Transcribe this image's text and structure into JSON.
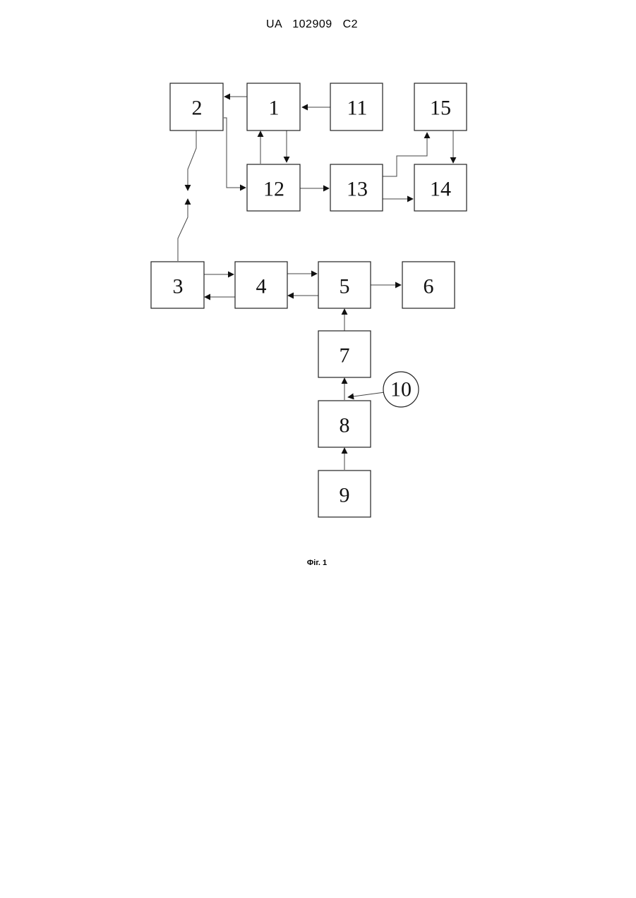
{
  "header": {
    "text": "UA 102909 C2"
  },
  "caption": "Фіг. 1",
  "blocks": [
    {
      "id": "b1",
      "label": "1"
    },
    {
      "id": "b2",
      "label": "2"
    },
    {
      "id": "b3",
      "label": "3"
    },
    {
      "id": "b4",
      "label": "4"
    },
    {
      "id": "b5",
      "label": "5"
    },
    {
      "id": "b6",
      "label": "6"
    },
    {
      "id": "b7",
      "label": "7"
    },
    {
      "id": "b8",
      "label": "8"
    },
    {
      "id": "b9",
      "label": "9"
    },
    {
      "id": "b10",
      "label": "10"
    },
    {
      "id": "b11",
      "label": "11"
    },
    {
      "id": "b12",
      "label": "12"
    },
    {
      "id": "b13",
      "label": "13"
    },
    {
      "id": "b14",
      "label": "14"
    },
    {
      "id": "b15",
      "label": "15"
    }
  ]
}
